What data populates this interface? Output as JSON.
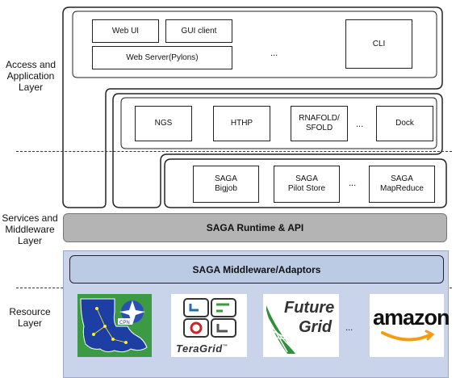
{
  "layers": {
    "access": "Access and\nApplication\nLayer",
    "services": "Services and\nMiddleware\nLayer",
    "resource": "Resource\nLayer"
  },
  "access_boxes": {
    "web_ui": "Web UI",
    "gui_client": "GUI client",
    "web_server": "Web Server(Pylons)",
    "dots": "...",
    "cli": "CLI"
  },
  "app_boxes": {
    "ngs": "NGS",
    "hthp": "HTHP",
    "rnafold": "RNAFOLD/\nSFOLD",
    "dots": "...",
    "dock": "Dock"
  },
  "saga_boxes": {
    "bigjob": "SAGA\nBigjob",
    "pilot_store": "SAGA\nPilot Store",
    "dots": "...",
    "mapreduce": "SAGA\nMapReduce"
  },
  "runtime": "SAGA Runtime & API",
  "middleware": "SAGA Middleware/Adaptors",
  "resources": {
    "teragrid": "TeraGrid",
    "teragrid_tm": "™",
    "future": "Future",
    "grid": "Grid",
    "dots": "...",
    "amazon": "amazon",
    "cpn": "CPN"
  },
  "colors": {
    "runtime_bar": "#b4b4b4",
    "middleware_bar": "#bccbe4",
    "resource_band": "#c9d4ea",
    "green": "#2f8f3a"
  }
}
